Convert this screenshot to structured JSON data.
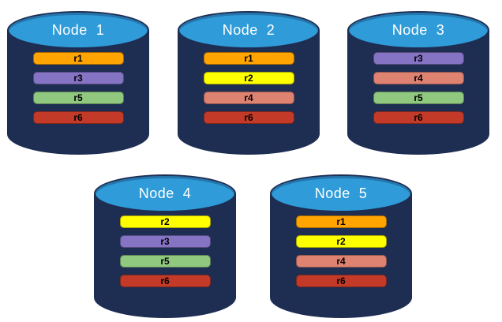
{
  "background_color": "#FFFFFF",
  "colors": {
    "cylinder_body": "#1E2D52",
    "cylinder_top": "#2F9CD9",
    "title_text": "#FFFFFF",
    "bar_text": "#000000",
    "bar_border": "rgba(0,0,0,0.35)"
  },
  "replica_colors": {
    "r1": "#FFA400",
    "r2": "#FFFF00",
    "r3": "#8573C4",
    "r4": "#DE8272",
    "r5": "#8FC87E",
    "r6": "#C33B28"
  },
  "nodes": [
    {
      "title": "Node  1",
      "replicas": [
        "r1",
        "r3",
        "r5",
        "r6"
      ]
    },
    {
      "title": "Node  2",
      "replicas": [
        "r1",
        "r2",
        "r4",
        "r6"
      ]
    },
    {
      "title": "Node  3",
      "replicas": [
        "r3",
        "r4",
        "r5",
        "r6"
      ]
    },
    {
      "title": "Node  4",
      "replicas": [
        "r2",
        "r3",
        "r5",
        "r6"
      ]
    },
    {
      "title": "Node  5",
      "replicas": [
        "r1",
        "r2",
        "r4",
        "r6"
      ]
    }
  ]
}
